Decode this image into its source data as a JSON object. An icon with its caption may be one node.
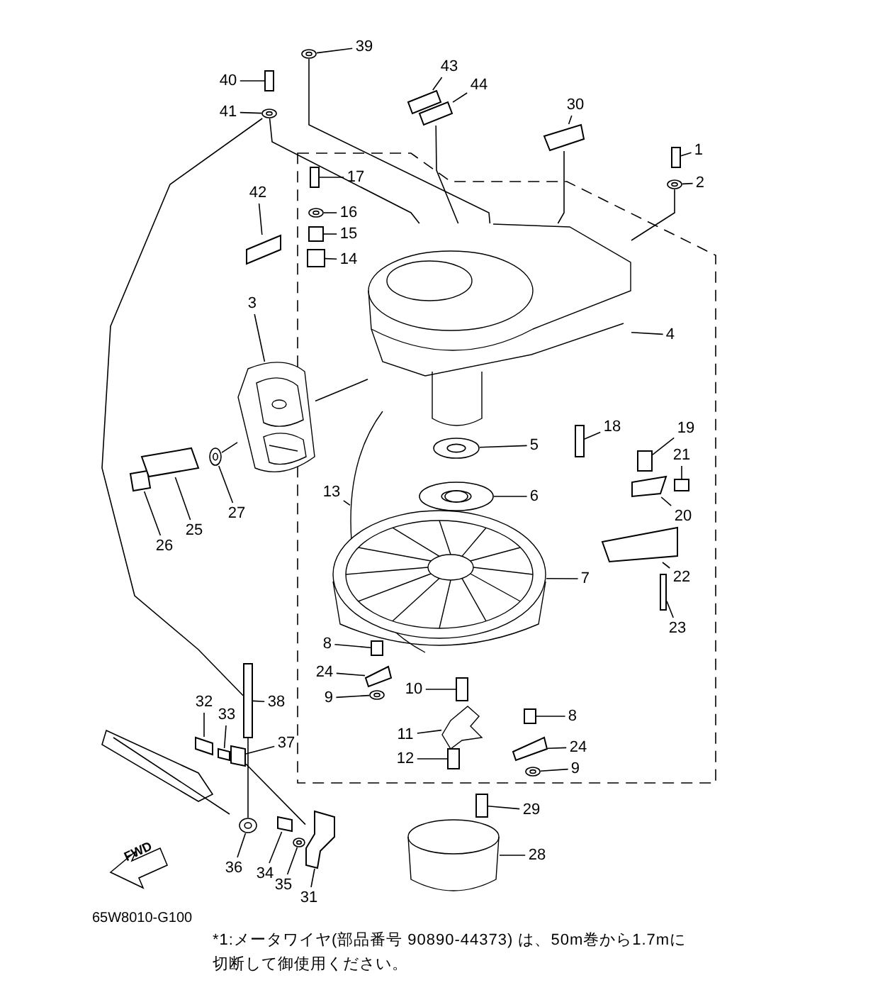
{
  "diagram": {
    "nodes": [
      {
        "text": [
          "40"
        ]
      },
      {
        "text": [
          "39"
        ]
      },
      {
        "text": [
          "41"
        ]
      },
      {
        "text": [
          "43"
        ]
      },
      {
        "text": [
          "44"
        ]
      },
      {
        "text": [
          "42"
        ]
      },
      {
        "text": [
          "30"
        ]
      },
      {
        "text": [
          "1"
        ]
      },
      {
        "text": [
          "2"
        ]
      },
      {
        "text": [
          "17"
        ]
      },
      {
        "text": [
          "16"
        ]
      },
      {
        "text": [
          "15"
        ]
      },
      {
        "text": [
          "14"
        ]
      },
      {
        "text": [
          "3"
        ]
      },
      {
        "text": [
          "4"
        ]
      },
      {
        "text": [
          "18"
        ]
      },
      {
        "text": [
          "5"
        ]
      },
      {
        "text": [
          "19"
        ]
      },
      {
        "text": [
          "21"
        ]
      },
      {
        "text": [
          "6"
        ]
      },
      {
        "text": [
          "13"
        ]
      },
      {
        "text": [
          "20"
        ]
      },
      {
        "text": [
          "7"
        ]
      },
      {
        "text": [
          "22"
        ]
      },
      {
        "text": [
          "23"
        ]
      },
      {
        "text": [
          "8"
        ]
      },
      {
        "text": [
          "24"
        ]
      },
      {
        "text": [
          "9"
        ]
      },
      {
        "text": [
          "10"
        ]
      },
      {
        "text": [
          "8"
        ]
      },
      {
        "text": [
          "11"
        ]
      },
      {
        "text": [
          "24"
        ]
      },
      {
        "text": [
          "12"
        ]
      },
      {
        "text": [
          "9"
        ]
      },
      {
        "text": [
          "29"
        ]
      },
      {
        "text": [
          "28"
        ]
      },
      {
        "text": [
          "32"
        ]
      },
      {
        "text": [
          "33"
        ]
      },
      {
        "text": [
          "38"
        ]
      },
      {
        "text": [
          "37"
        ]
      },
      {
        "text": [
          "36"
        ]
      },
      {
        "text": [
          "34"
        ]
      },
      {
        "text": [
          "35"
        ]
      },
      {
        "text": [
          "31"
        ]
      },
      {
        "text": [
          "26"
        ]
      },
      {
        "text": [
          "25"
        ]
      },
      {
        "text": [
          "27"
        ]
      },
      {
        "text": [],
        "shape": "box"
      },
      {
        "text": [],
        "shape": "circle"
      },
      {
        "text": [],
        "shape": "circle"
      },
      {
        "text": [],
        "shape": "box"
      },
      {
        "text": [],
        "shape": "box"
      },
      {
        "text": [],
        "shape": "box"
      },
      {
        "text": [],
        "shape": "box"
      },
      {
        "text": [],
        "shape": "box"
      },
      {
        "text": [],
        "shape": "circle"
      },
      {
        "text": [],
        "shape": "box"
      },
      {
        "text": [],
        "shape": "circle"
      },
      {
        "text": [],
        "shape": "box"
      },
      {
        "text": [],
        "shape": "box"
      },
      {
        "text": [],
        "shape": "picture"
      },
      {
        "text": [],
        "shape": "picture"
      },
      {
        "text": [],
        "shape": "box"
      },
      {
        "text": [],
        "shape": "circle"
      },
      {
        "text": [],
        "shape": "box"
      },
      {
        "text": [],
        "shape": "box"
      },
      {
        "text": [],
        "shape": "circle"
      },
      {
        "text": [],
        "shape": "picture"
      },
      {
        "text": [],
        "shape": "box"
      },
      {
        "text": [],
        "shape": "picture"
      },
      {
        "text": [],
        "shape": "box"
      },
      {
        "text": [],
        "shape": "box"
      },
      {
        "text": [],
        "shape": "box"
      },
      {
        "text": [],
        "shape": "box"
      },
      {
        "text": [],
        "shape": "circle"
      },
      {
        "text": [],
        "shape": "box"
      },
      {
        "text": [],
        "shape": "box"
      },
      {
        "text": [],
        "shape": "picture"
      },
      {
        "text": [],
        "shape": "box"
      },
      {
        "text": [],
        "shape": "box"
      },
      {
        "text": [],
        "shape": "circle"
      },
      {
        "text": [],
        "shape": "box"
      },
      {
        "text": [],
        "shape": "picture"
      },
      {
        "text": [],
        "shape": "box"
      },
      {
        "text": [],
        "shape": "box"
      },
      {
        "text": [],
        "shape": "box"
      },
      {
        "text": [],
        "shape": "box"
      },
      {
        "text": [],
        "shape": "circle"
      },
      {
        "text": [],
        "shape": "box"
      },
      {
        "text": [],
        "shape": "circle"
      },
      {
        "text": [],
        "shape": "box"
      },
      {
        "text": [],
        "shape": "box"
      },
      {
        "text": [],
        "shape": "box"
      },
      {
        "text": [],
        "shape": "circle"
      }
    ],
    "edges": [
      {
        "from": 0,
        "to": 47,
        "arrow": "none"
      },
      {
        "from": 1,
        "to": 48,
        "arrow": "none"
      },
      {
        "from": 2,
        "to": 49,
        "arrow": "none"
      },
      {
        "from": 3,
        "to": 50,
        "arrow": "none"
      },
      {
        "from": 4,
        "to": 51,
        "arrow": "none"
      },
      {
        "from": 5,
        "to": 52,
        "arrow": "none"
      },
      {
        "from": 6,
        "to": 53,
        "arrow": "none"
      },
      {
        "from": 7,
        "to": 54,
        "arrow": "none"
      },
      {
        "from": 8,
        "to": 55,
        "arrow": "none"
      },
      {
        "from": 9,
        "to": 56,
        "arrow": "none"
      },
      {
        "from": 10,
        "to": 57,
        "arrow": "none"
      },
      {
        "from": 11,
        "to": 58,
        "arrow": "none"
      },
      {
        "from": 12,
        "to": 59,
        "arrow": "none"
      },
      {
        "from": 13,
        "to": 60,
        "arrow": "none"
      },
      {
        "from": 14,
        "to": 61,
        "arrow": "none"
      },
      {
        "from": 15,
        "to": 62,
        "arrow": "none"
      },
      {
        "from": 16,
        "to": 63,
        "arrow": "none"
      },
      {
        "from": 17,
        "to": 64,
        "arrow": "none"
      },
      {
        "from": 18,
        "to": 65,
        "arrow": "none"
      },
      {
        "from": 19,
        "to": 66,
        "arrow": "none"
      },
      {
        "from": 20,
        "to": 67,
        "arrow": "none"
      },
      {
        "from": 21,
        "to": 68,
        "arrow": "none"
      },
      {
        "from": 22,
        "to": 69,
        "arrow": "none"
      },
      {
        "from": 23,
        "to": 70,
        "arrow": "none"
      },
      {
        "from": 24,
        "to": 71,
        "arrow": "none"
      },
      {
        "from": 25,
        "to": 72,
        "arrow": "none"
      },
      {
        "from": 26,
        "to": 73,
        "arrow": "none"
      },
      {
        "from": 27,
        "to": 74,
        "arrow": "none"
      },
      {
        "from": 28,
        "to": 75,
        "arrow": "none"
      },
      {
        "from": 29,
        "to": 76,
        "arrow": "none"
      },
      {
        "from": 30,
        "to": 77,
        "arrow": "none"
      },
      {
        "from": 31,
        "to": 78,
        "arrow": "none"
      },
      {
        "from": 32,
        "to": 79,
        "arrow": "none"
      },
      {
        "from": 33,
        "to": 80,
        "arrow": "none"
      },
      {
        "from": 34,
        "to": 81,
        "arrow": "none"
      },
      {
        "from": 35,
        "to": 82,
        "arrow": "none"
      },
      {
        "from": 36,
        "to": 83,
        "arrow": "none"
      },
      {
        "from": 37,
        "to": 84,
        "arrow": "none"
      },
      {
        "from": 38,
        "to": 85,
        "arrow": "none"
      },
      {
        "from": 39,
        "to": 86,
        "arrow": "none"
      },
      {
        "from": 40,
        "to": 87,
        "arrow": "none"
      },
      {
        "from": 41,
        "to": 88,
        "arrow": "none"
      },
      {
        "from": 42,
        "to": 89,
        "arrow": "none"
      },
      {
        "from": 43,
        "to": 90,
        "arrow": "none"
      },
      {
        "from": 44,
        "to": 91,
        "arrow": "none"
      },
      {
        "from": 45,
        "to": 92,
        "arrow": "none"
      },
      {
        "from": 46,
        "to": 93,
        "arrow": "none"
      },
      {
        "from": 49,
        "to": 85,
        "arrow": "none"
      },
      {
        "from": 48,
        "to": 61,
        "arrow": "none"
      },
      {
        "from": 49,
        "to": 61,
        "arrow": "none"
      },
      {
        "from": 51,
        "to": 61,
        "arrow": "none"
      },
      {
        "from": 53,
        "to": 61,
        "arrow": "none"
      },
      {
        "from": 55,
        "to": 61,
        "arrow": "none"
      },
      {
        "from": 60,
        "to": 61,
        "arrow": "none"
      },
      {
        "from": 93,
        "to": 60,
        "arrow": "none"
      },
      {
        "from": 85,
        "to": 87,
        "arrow": "none"
      },
      {
        "from": 86,
        "to": 90,
        "arrow": "none"
      }
    ],
    "labels": [
      "FWD",
      "65W8010-G100",
      "*1:メータワイヤ(部品番号 90890-44373) は、50m巻から1.7mに切断して御使用ください。"
    ]
  }
}
